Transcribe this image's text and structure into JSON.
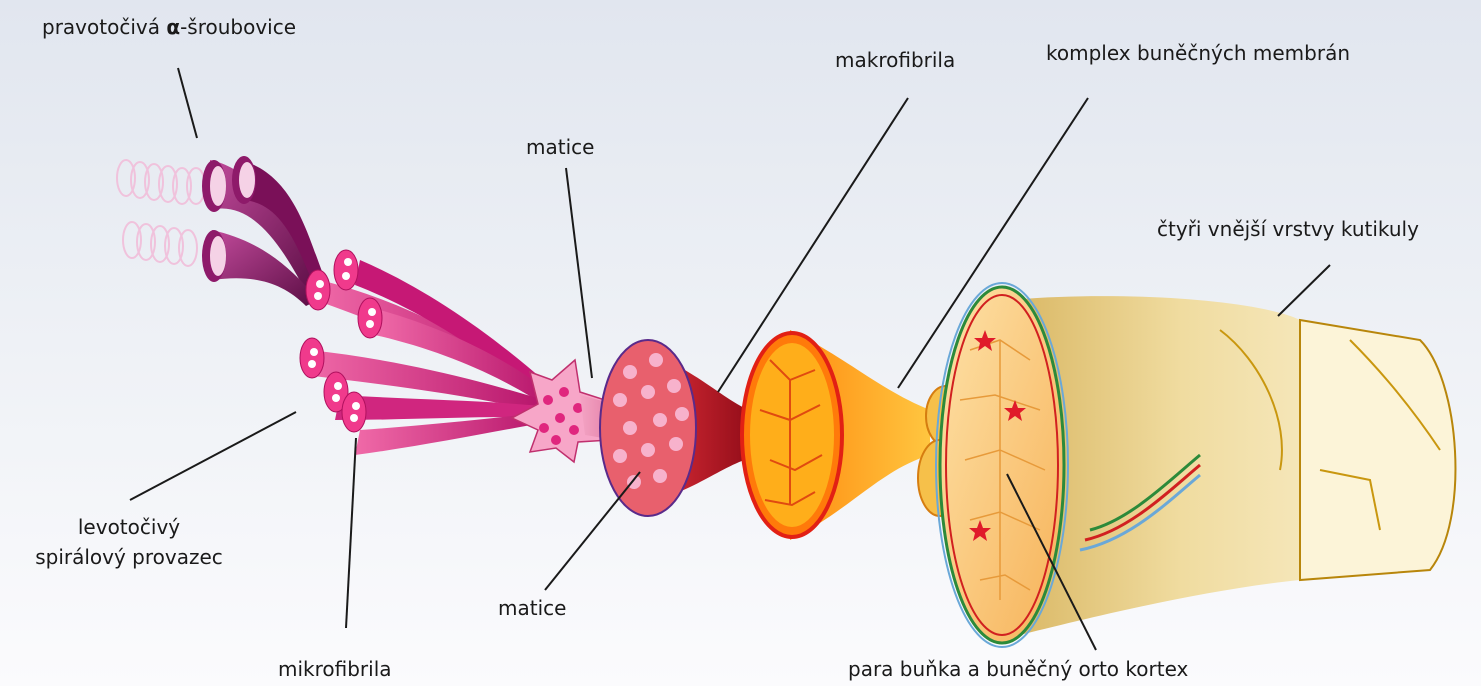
{
  "labels": {
    "alpha_helix_pre": "pravotočivá ",
    "alpha_symbol": "α",
    "alpha_helix_post": "-šroubovice",
    "macrofibril": "makrofibrila",
    "cell_membrane_complex": "komplex buněčných membrán",
    "matrix_top": "matice",
    "cuticle_layers": "čtyři vnější vrstvy kutikuly",
    "left_coiled_line1": "levotočivý",
    "left_coiled_line2": "spirálový provazec",
    "matrix_bottom": "matice",
    "microfibril": "mikrofibrila",
    "cortex": "para buňka a buněčný orto kortex"
  },
  "colors": {
    "helix": "#f0c2dc",
    "protofilament": "#8a1462",
    "microfibril": "#d81b7d",
    "matrix_disc": "#e8606d",
    "macrofibril": "#c40f1b",
    "cell": "#f59a0c",
    "membrane": "#f5c060",
    "cuticle": "#f6e8c0",
    "outline": "#b07a00"
  }
}
